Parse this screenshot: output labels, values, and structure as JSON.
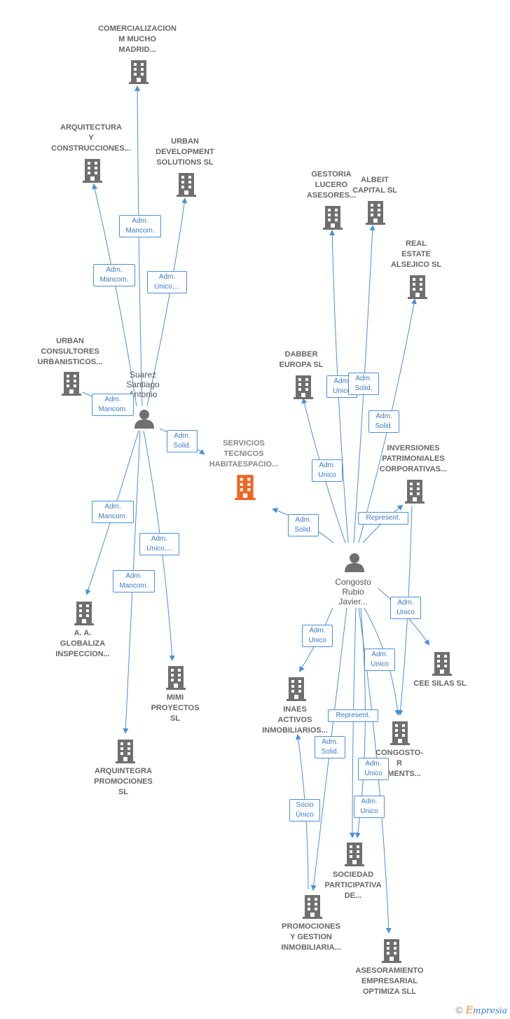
{
  "nodes": {
    "comercializacion": "COMERCIALIZACION\nM MUCHO\nMADRID...",
    "arquitectura": "ARQUITECTURA\nY\nCONSTRUCCIONES...",
    "urban_dev": "URBAN\nDEVELOPMENT\nSOLUTIONS SL",
    "urban_cons": "URBAN\nCONSULTORES\nURBANISTICOS...",
    "servicios": "SERVICIOS\nTECNICOS\nHABITAESPACIO...",
    "aa_globaliza": "A.  A.\nGLOBALIZA\nINSPECCION...",
    "mimi": "MIMI\nPROYECTOS\nSL",
    "arquintegra": "ARQUINTEGRA\nPROMOCIONES\nSL",
    "gestoria": "GESTORIA\nLUCERO\nASESORES...",
    "albeit": "ALBEIT\nCAPITAL  SL",
    "real_estate": "REAL\nESTATE\nALSEJICO  SL",
    "dabber": "DABBER\nEUROPA  SL",
    "inversiones": "INVERSIONES\nPATRIMONIALES\nCORPORATIVAS...",
    "cee_silas": "CEE SILAS SL",
    "inaes": "INAES\nACTIVOS\nINMOBILIARIOS...",
    "congosto_r": "CONGOSTO-\nR\nSTMENTS...",
    "sociedad": "SOCIEDAD\nPARTICIPATIVA\nDE...",
    "promociones": "PROMOCIONES\nY GESTION\nINMOBILIARIA...",
    "asesoramiento": "ASESORAMIENTO\nEMPRESARIAL\nOPTIMIZA  SLL"
  },
  "persons": {
    "suarez": "Suarez\nSantiago\nAntonio",
    "congosto": "Congosto\nRubio\nJavier..."
  },
  "edge_labels": {
    "adm_mancom": "Adm.\nMancom.",
    "adm_unico_dots": "Adm.\nUnico,...",
    "adm_solid": "Adm.\nSolid.",
    "adm_unico": "Adm.\nUnico",
    "represent": "Represent.",
    "socio_unico": "Socio\nÚnico"
  },
  "brand": {
    "copyright": "©",
    "e": "E",
    "name": "mpresia"
  },
  "colors": {
    "edge": "#4a90d9",
    "building": "#6f6f6f",
    "building_center": "#f26522",
    "person": "#6f6f6f"
  }
}
